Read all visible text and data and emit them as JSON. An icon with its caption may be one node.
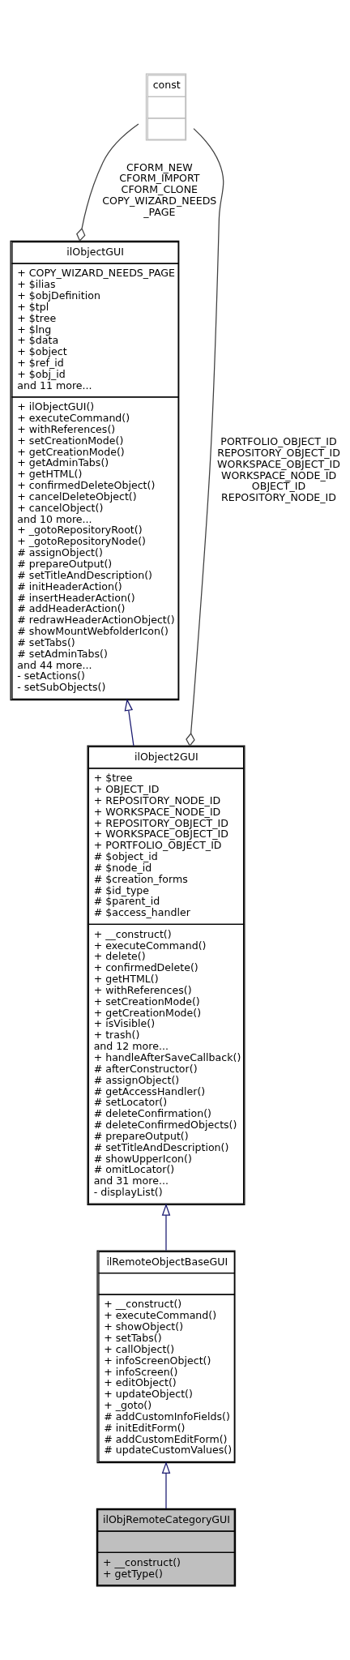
{
  "diagram": {
    "nodes": [
      {
        "text": [
          "const"
        ]
      },
      {
        "text": [
          "ilObjectGUI",
          "+ COPY_WIZARD_NEEDS_PAGE",
          "+ $ilias",
          "+ $objDefinition",
          "+ $tpl",
          "+ $tree",
          "+ $lng",
          "+ $data",
          "+ $object",
          "+ $ref_id",
          "+ $obj_id",
          "and 11 more...",
          "+ ilObjectGUI()",
          "+ executeCommand()",
          "+ withReferences()",
          "+ setCreationMode()",
          "+ getCreationMode()",
          "+ getAdminTabs()",
          "+ getHTML()",
          "+ confirmedDeleteObject()",
          "+ cancelDeleteObject()",
          "+ cancelObject()",
          "and 10 more...",
          "+ _gotoRepositoryRoot()",
          "+ _gotoRepositoryNode()",
          "# assignObject()",
          "# prepareOutput()",
          "# setTitleAndDescription()",
          "# initHeaderAction()",
          "# insertHeaderAction()",
          "# addHeaderAction()",
          "# redrawHeaderActionObject()",
          "# showMountWebfolderIcon()",
          "# setTabs()",
          "# setAdminTabs()",
          "and 44 more...",
          "- setActions()",
          "- setSubObjects()"
        ]
      },
      {
        "text": [
          "ilObject2GUI",
          "+ $tree",
          "+ OBJECT_ID",
          "+ REPOSITORY_NODE_ID",
          "+ WORKSPACE_NODE_ID",
          "+ REPOSITORY_OBJECT_ID",
          "+ WORKSPACE_OBJECT_ID",
          "+ PORTFOLIO_OBJECT_ID",
          "# $object_id",
          "# $node_id",
          "# $creation_forms",
          "# $id_type",
          "# $parent_id",
          "# $access_handler",
          "+ __construct()",
          "+ executeCommand()",
          "+ delete()",
          "+ confirmedDelete()",
          "+ getHTML()",
          "+ withReferences()",
          "+ setCreationMode()",
          "+ getCreationMode()",
          "+ isVisible()",
          "+ trash()",
          "and 12 more...",
          "+ handleAfterSaveCallback()",
          "# afterConstructor()",
          "# assignObject()",
          "# getAccessHandler()",
          "# setLocator()",
          "# deleteConfirmation()",
          "# deleteConfirmedObjects()",
          "# prepareOutput()",
          "# setTitleAndDescription()",
          "# showUpperIcon()",
          "# omitLocator()",
          "and 31 more...",
          "- displayList()"
        ]
      },
      {
        "text": [
          "ilRemoteObjectBaseGUI",
          "+ __construct()",
          "+ executeCommand()",
          "+ showObject()",
          "+ setTabs()",
          "+ callObject()",
          "+ infoScreenObject()",
          "+ infoScreen()",
          "+ editObject()",
          "+ updateObject()",
          "+ _goto()",
          "# addCustomInfoFields()",
          "# initEditForm()",
          "# addCustomEditForm()",
          "# updateCustomValues()"
        ]
      },
      {
        "text": [
          "ilObjRemoteCategoryGUI",
          "+ __construct()",
          "+ getType()"
        ]
      }
    ],
    "edges": [
      {
        "from": 0,
        "to": 1,
        "arrow": "other",
        "label": "CFORM_NEW CFORM_IMPORT CFORM_CLONE COPY_WIZARD_NEEDS _PAGE",
        "color": "#404040"
      },
      {
        "from": 0,
        "to": 2,
        "arrow": "other",
        "label": "PORTFOLIO_OBJECT_ID REPOSITORY_OBJECT_ID WORKSPACE_OBJECT_ID WORKSPACE_NODE_ID OBJECT_ID REPOSITORY_NODE_ID",
        "color": "#404040"
      },
      {
        "from": 2,
        "to": 1,
        "arrow": "to"
      },
      {
        "from": 3,
        "to": 2,
        "arrow": "to"
      },
      {
        "from": 4,
        "to": 3,
        "arrow": "to"
      }
    ]
  }
}
